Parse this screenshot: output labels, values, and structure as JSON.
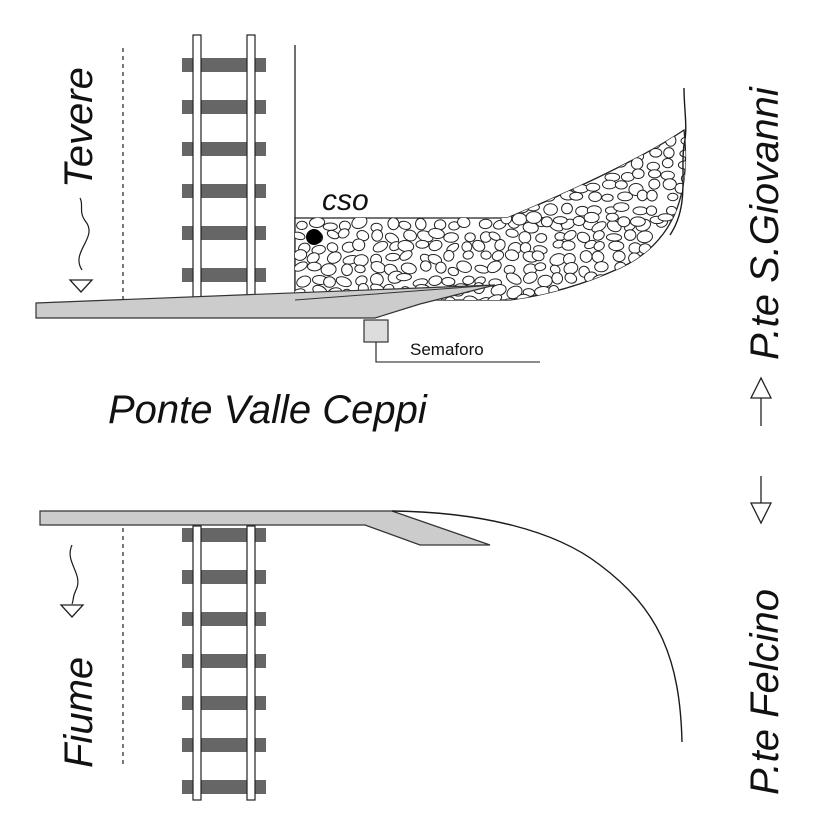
{
  "labels": {
    "title": "Ponte Valle Ceppi",
    "river_top": "Tevere",
    "river_bottom": "Fiume",
    "road_up": "P.te S.Giovanni",
    "road_down": "P.te Felcino",
    "cso": "cso",
    "semaforo": "Semaforo"
  },
  "colors": {
    "rail_sleeper": "#666666",
    "bridge_fill": "#cccccc",
    "cso_point": "#000000"
  }
}
